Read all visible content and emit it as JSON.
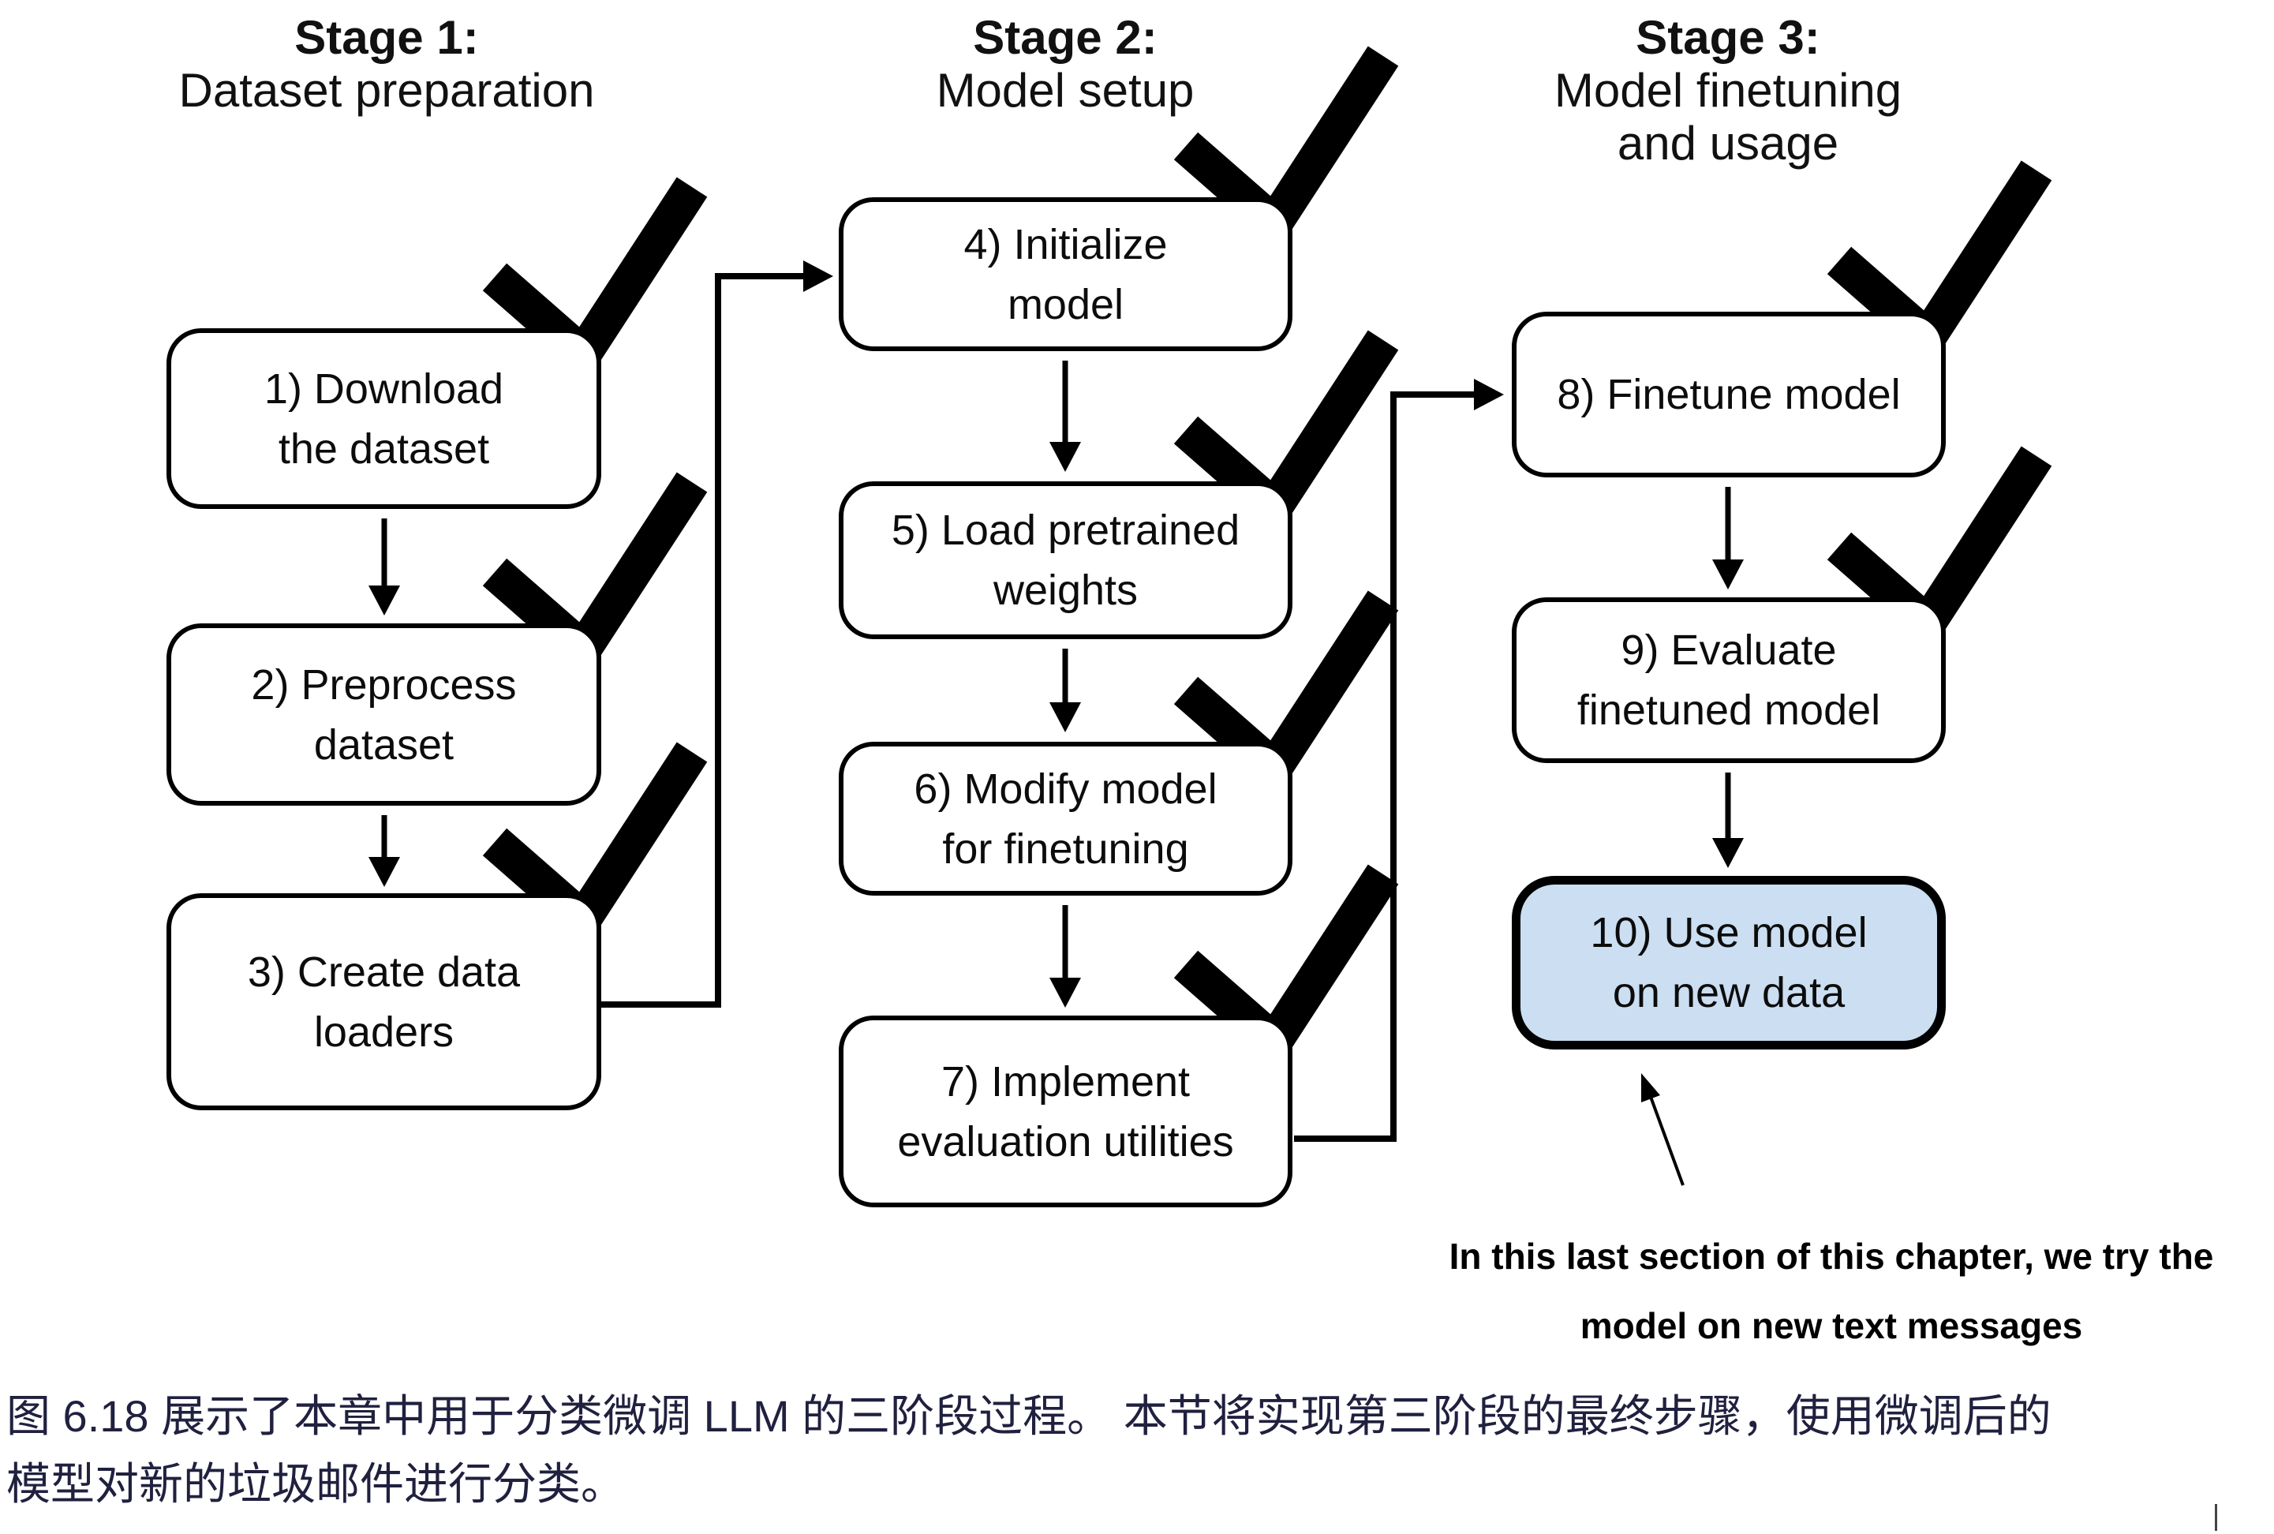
{
  "figure": {
    "stages": [
      {
        "title": "Stage 1:",
        "subtitle": [
          "Dataset preparation"
        ]
      },
      {
        "title": "Stage 2:",
        "subtitle": [
          "Model setup"
        ]
      },
      {
        "title": "Stage 3:",
        "subtitle": [
          "Model finetuning",
          "and usage"
        ]
      }
    ],
    "boxes": [
      {
        "lines": [
          "1) Download",
          "the dataset"
        ],
        "checked": true,
        "highlighted": false
      },
      {
        "lines": [
          "2) Preprocess",
          "dataset"
        ],
        "checked": true,
        "highlighted": false
      },
      {
        "lines": [
          "3) Create data",
          "loaders"
        ],
        "checked": true,
        "highlighted": false
      },
      {
        "lines": [
          "4) Initialize",
          "model"
        ],
        "checked": true,
        "highlighted": false
      },
      {
        "lines": [
          "5) Load pretrained",
          "weights"
        ],
        "checked": true,
        "highlighted": false
      },
      {
        "lines": [
          "6) Modify model",
          "for finetuning"
        ],
        "checked": true,
        "highlighted": false
      },
      {
        "lines": [
          "7) Implement",
          "evaluation utilities"
        ],
        "checked": true,
        "highlighted": false
      },
      {
        "lines": [
          "8) Finetune model"
        ],
        "checked": true,
        "highlighted": false
      },
      {
        "lines": [
          "9) Evaluate",
          "finetuned model"
        ],
        "checked": true,
        "highlighted": false
      },
      {
        "lines": [
          "10) Use model",
          "on new data"
        ],
        "checked": false,
        "highlighted": true
      }
    ],
    "annotation": {
      "lines": [
        "In this last section of this chapter, we try the",
        "model on new text messages"
      ]
    },
    "caption": {
      "lines": [
        "图 6.18 展示了本章中用于分类微调 LLM 的三阶段过程。 本节将实现第三阶段的最终步骤，使用微调后的",
        "模型对新的垃圾邮件进行分类。"
      ]
    },
    "colors": {
      "highlight_fill": "#cbdef2",
      "line": "#000000",
      "caption_text": "#20203f"
    }
  }
}
